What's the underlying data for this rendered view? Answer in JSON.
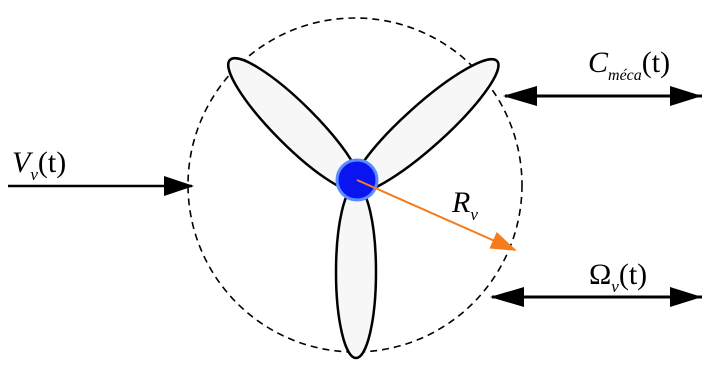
{
  "labels": {
    "wind_speed": {
      "main": "V",
      "sub": "v",
      "arg": "(t)"
    },
    "torque": {
      "main": "C",
      "sub": "méca",
      "arg": "(t)"
    },
    "radius": {
      "main": "R",
      "sub": "v"
    },
    "angular_speed": {
      "main": "Ω",
      "sub": "v",
      "arg": "(t)"
    }
  },
  "colors": {
    "hub": "#0a14f0",
    "hub_outline": "#5a8cff",
    "radius_arrow": "#f47c1c",
    "blade_fill": "#f7f7f7",
    "line": "#000000"
  },
  "icons": {
    "hub": "circle",
    "blades": "three-blade-rotor"
  }
}
